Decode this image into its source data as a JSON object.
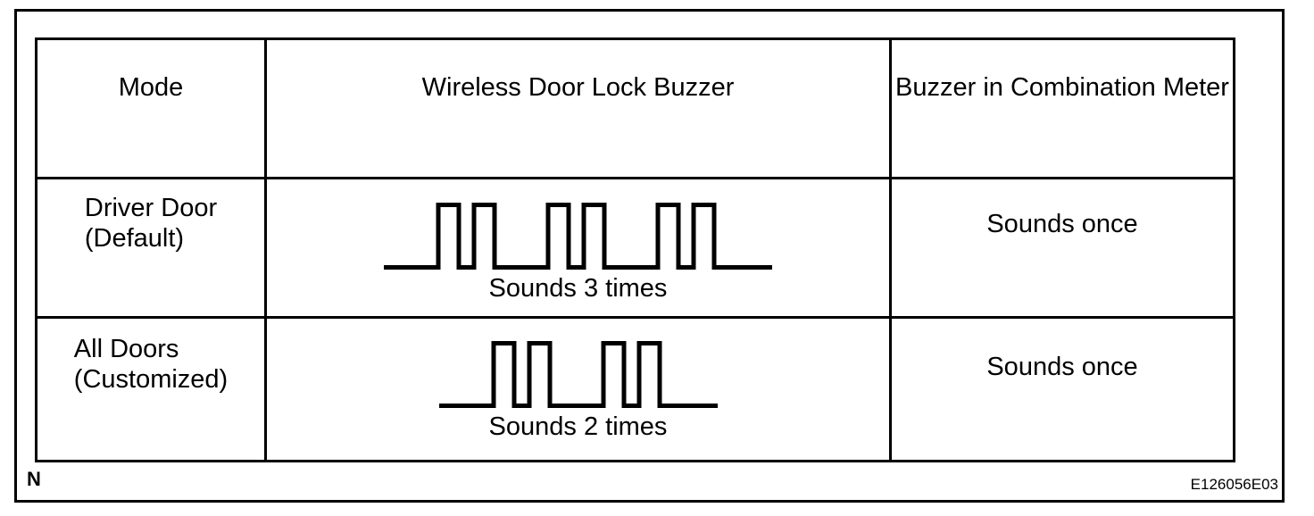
{
  "figure": {
    "corner_label": "N",
    "figure_code": "E126056E03"
  },
  "table": {
    "columns": [
      "Mode",
      "Wireless Door Lock Buzzer",
      "Buzzer in Combination Meter"
    ],
    "rows": [
      {
        "mode": [
          "Driver Door",
          "(Default)"
        ],
        "wireless_buzzer": {
          "label": "Sounds 3 times",
          "beep_groups": 3,
          "beeps_per_group": 2
        },
        "combination_meter_buzzer": "Sounds once"
      },
      {
        "mode": [
          "All Doors",
          "(Customized)"
        ],
        "wireless_buzzer": {
          "label": "Sounds 2 times",
          "beep_groups": 2,
          "beeps_per_group": 2
        },
        "combination_meter_buzzer": "Sounds once"
      }
    ]
  },
  "colors": {
    "ink": "#000000",
    "paper": "#ffffff"
  }
}
